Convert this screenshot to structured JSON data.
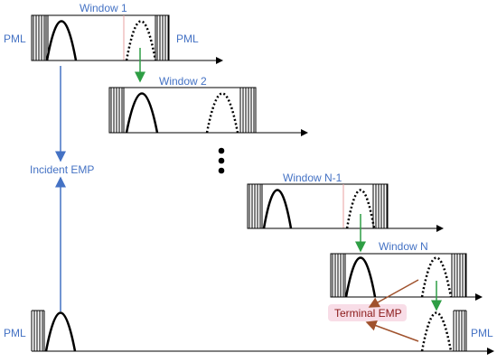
{
  "labels": {
    "pml_left_top": "PML",
    "pml_right_top": "PML",
    "pml_left_bottom": "PML",
    "pml_right_bottom": "PML",
    "window_1": "Window 1",
    "window_2": "Window 2",
    "window_n_1": "Window N-1",
    "window_n": "Window N",
    "incident_emp": "Incident EMP",
    "terminal_emp": "Terminal EMP"
  },
  "colors": {
    "label": "#4472C4",
    "terminal_label": "#8B1A1A",
    "axis": "#000000",
    "window_shift_arrow": "#2E9E44",
    "incident_arrow": "#4472C4",
    "terminal_arrow": "#A0522D",
    "terminal_highlight": "#F4C7D7",
    "window_boundary": "#E8A0A0"
  }
}
